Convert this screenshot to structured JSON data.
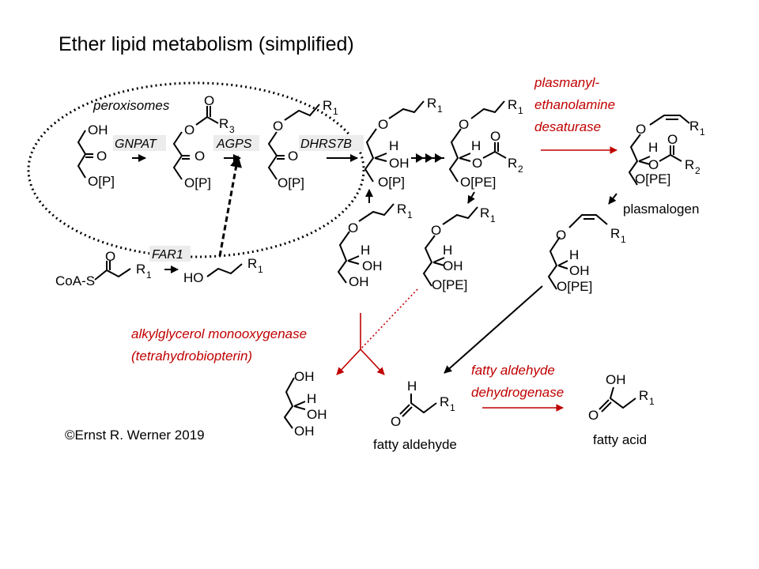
{
  "title": "Ether lipid metabolism (simplified)",
  "labels": {
    "peroxisomes": "peroxisomes",
    "copyright": "©Ernst R. Werner  2019",
    "plasmalogen": "plasmalogen",
    "fatty_aldehyde": "fatty aldehyde",
    "fatty_acid": "fatty acid"
  },
  "enzymes": {
    "gnpat": "GNPAT",
    "agps": "AGPS",
    "dhrs7b": "DHRS7B",
    "far1": "FAR1"
  },
  "red_labels": {
    "desaturase_1": "plasmanyl-",
    "desaturase_2": "ethanolamine",
    "desaturase_3": "desaturase",
    "agmo_1": "alkylglycerol monooxygenase",
    "agmo_2": "(tetrahydrobiopterin)",
    "faldh_1": "fatty aldehyde",
    "faldh_2": "dehydrogenase"
  },
  "atoms": {
    "OH": "OH",
    "O": "O",
    "H": "H",
    "HO": "HO",
    "OP": "O[P]",
    "OPE": "O[PE]",
    "R": "R",
    "CoA": "CoA-S",
    "n1": "1",
    "n2": "2",
    "n3": "3"
  },
  "colors": {
    "accent_red": "#c00000",
    "text": "#000000",
    "enzyme_box": "#ececec"
  }
}
